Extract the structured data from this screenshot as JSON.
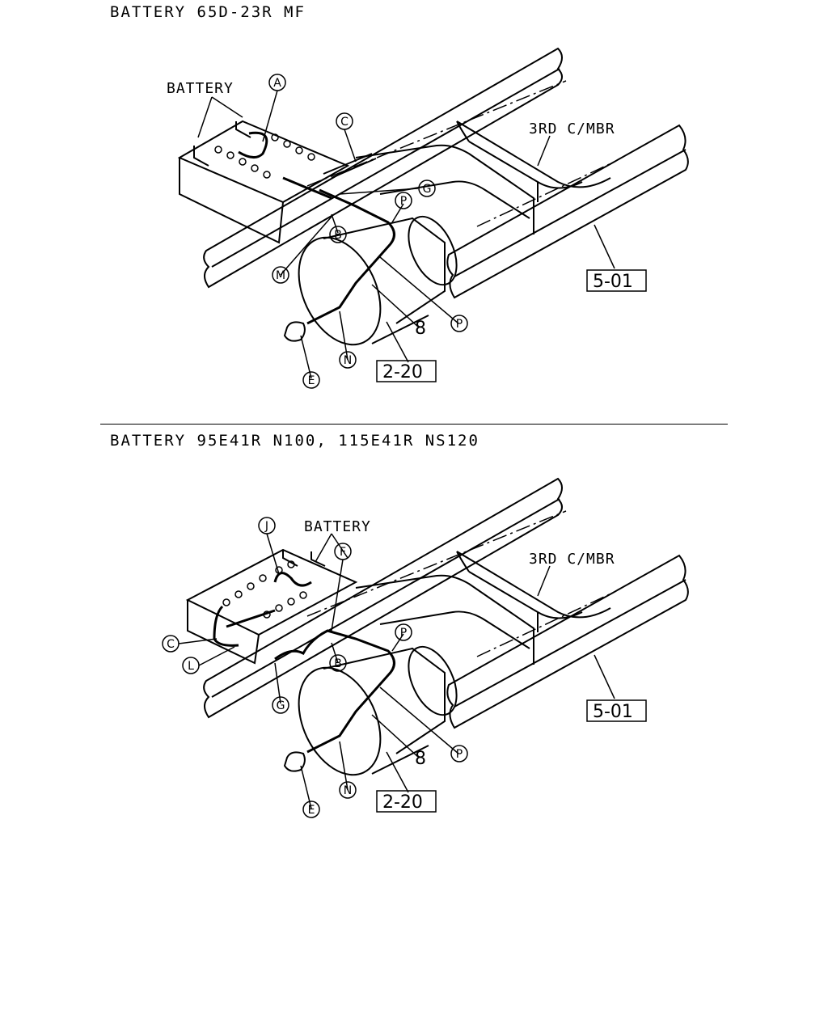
{
  "sections": [
    {
      "title": "BATTERY 65D-23R MF",
      "labels": {
        "battery": "BATTERY",
        "crossmember": "3RD C/MBR",
        "frame_ref": "5-01",
        "tank_ref": "2-20",
        "part_8": "8"
      },
      "callouts": [
        "A",
        "C",
        "G",
        "P",
        "B",
        "M",
        "P",
        "N",
        "E"
      ]
    },
    {
      "title": "BATTERY 95E41R N100, 115E41R NS120",
      "labels": {
        "battery": "BATTERY",
        "crossmember": "3RD C/MBR",
        "frame_ref": "5-01",
        "tank_ref": "2-20",
        "part_8": "8"
      },
      "callouts": [
        "J",
        "F",
        "C",
        "L",
        "P",
        "B",
        "G",
        "P",
        "N",
        "E"
      ]
    }
  ]
}
